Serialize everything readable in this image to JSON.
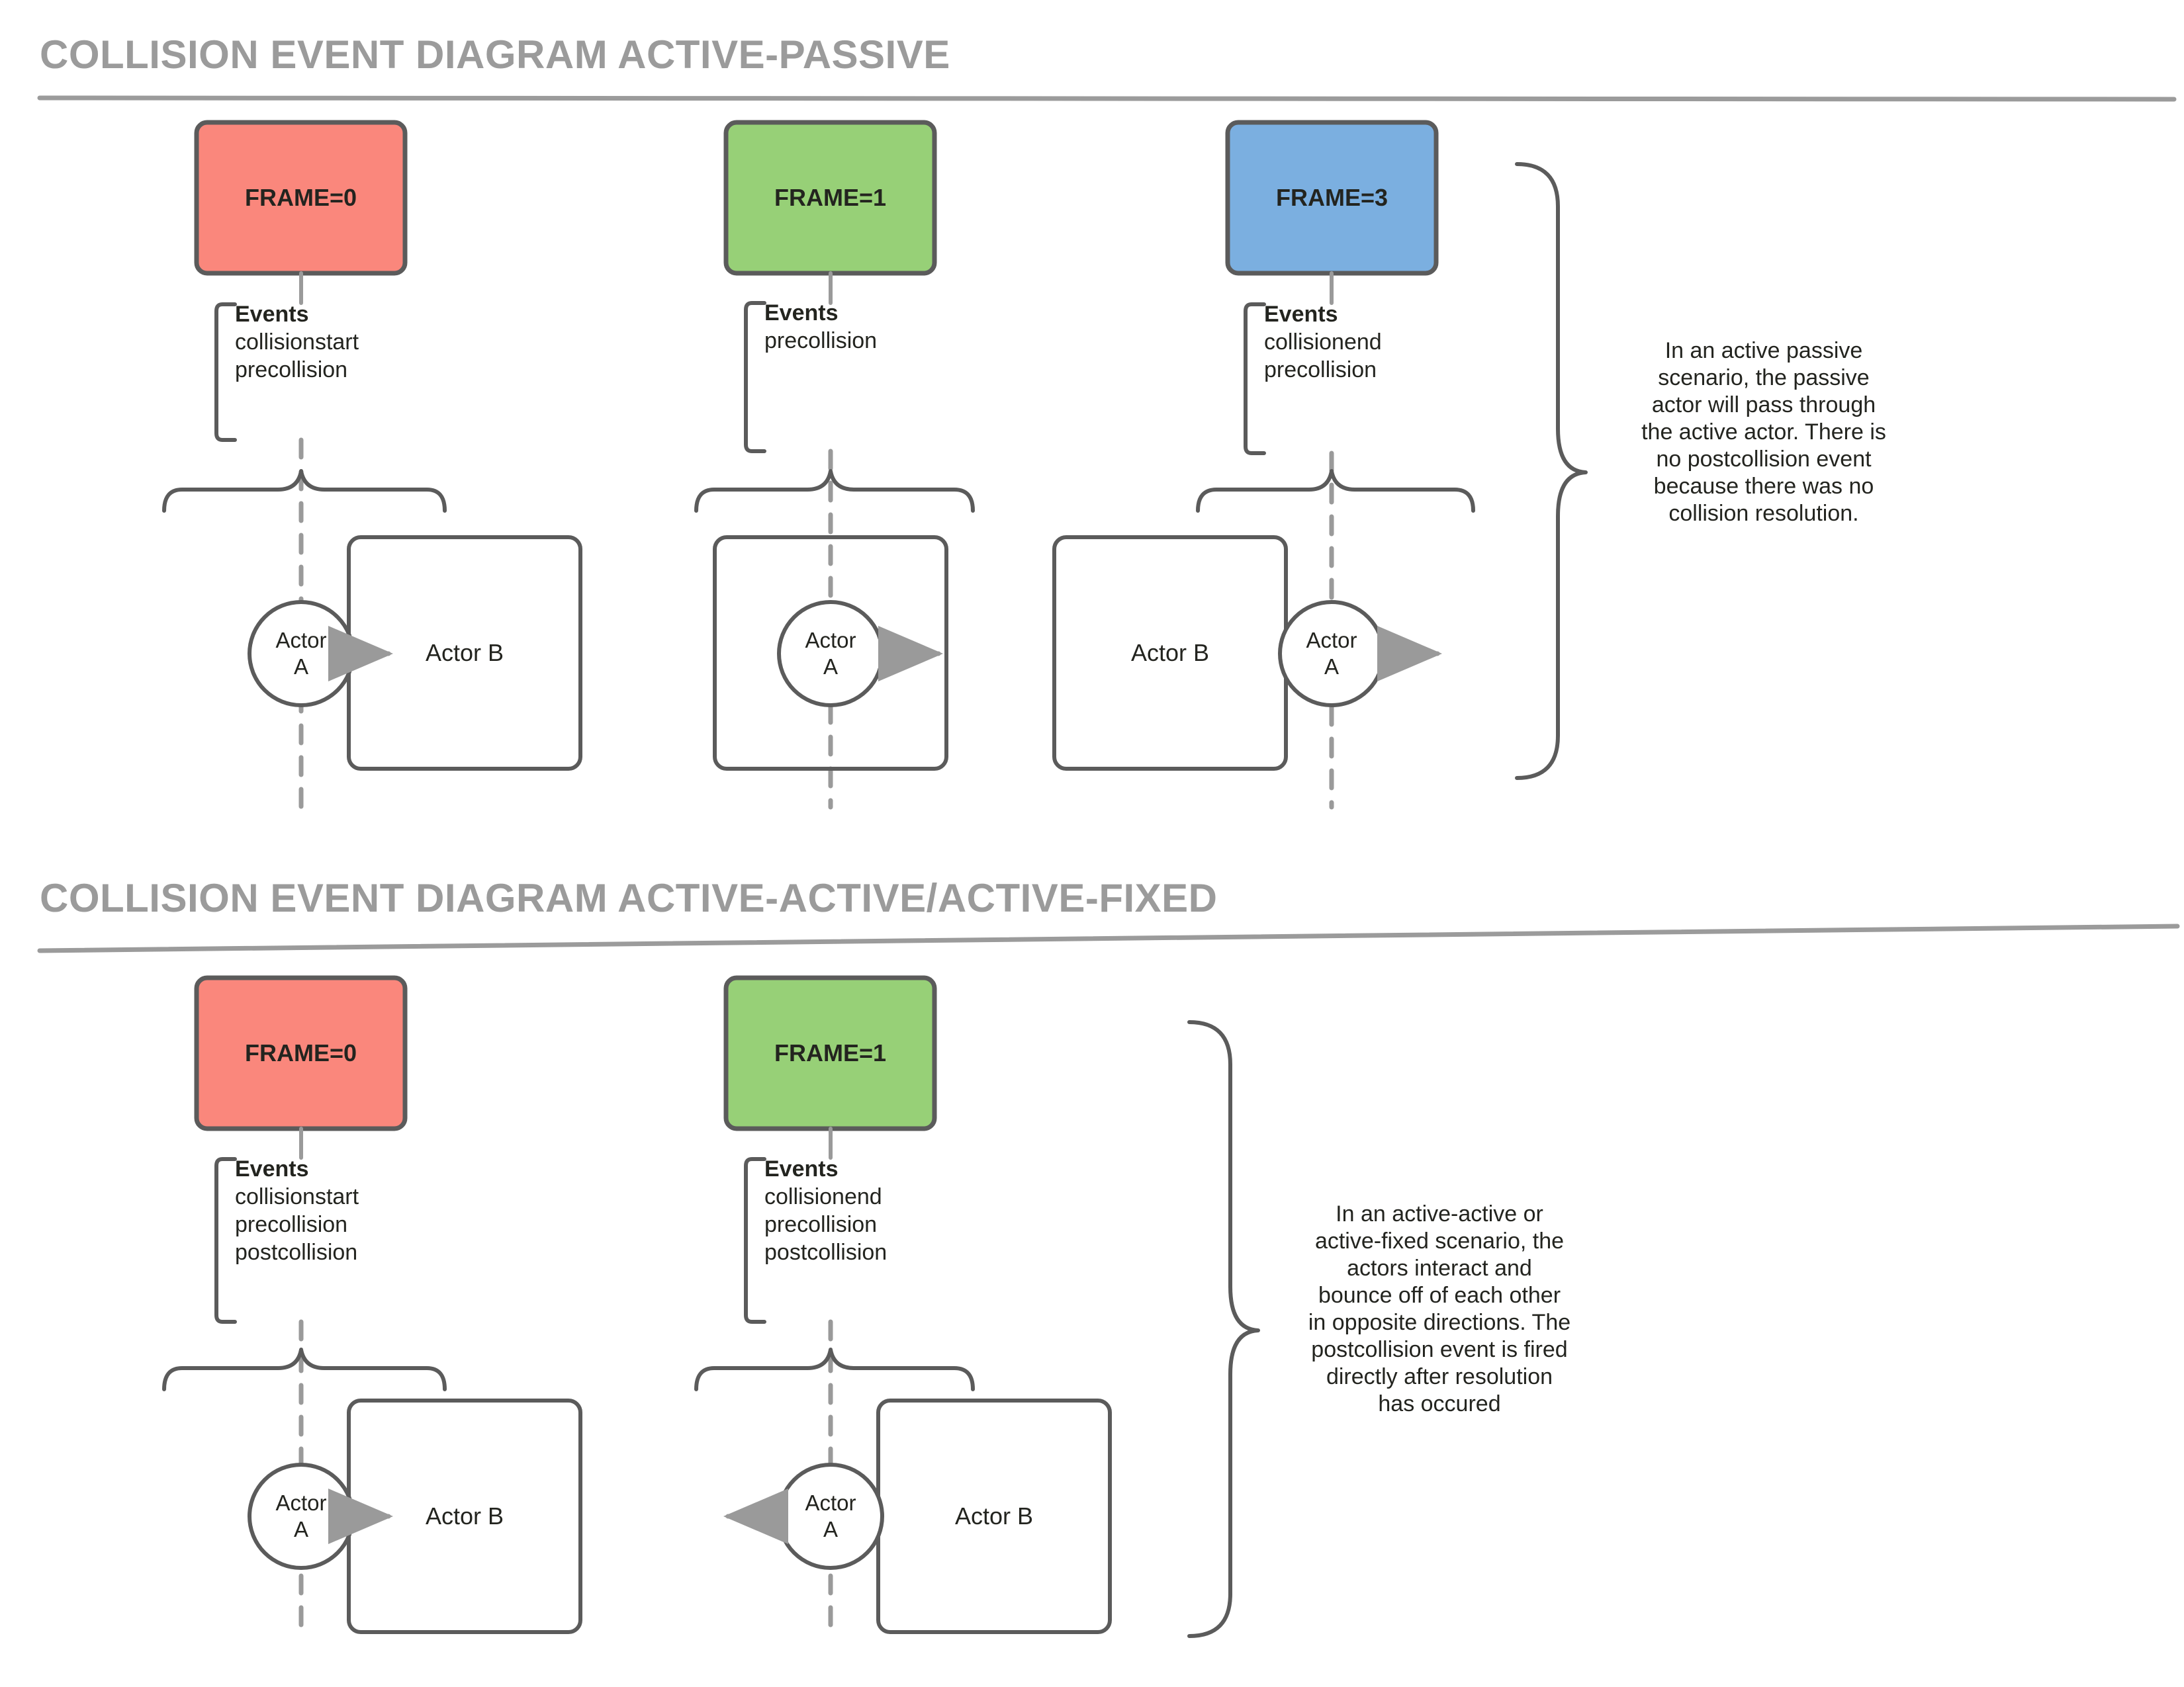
{
  "page": {
    "background": "#ffffff",
    "title_color": "#9b9b9b",
    "stroke_color": "#5b5b5b",
    "text_color": "#23241f",
    "arrow_color": "#9a9a9a"
  },
  "sections": [
    {
      "id": "active-passive",
      "title": "COLLISION EVENT DIAGRAM ACTIVE-PASSIVE",
      "note": "In an active passive scenario, the passive actor will pass through the active actor. There is no postcollision event because there was no collision resolution.",
      "frames": [
        {
          "label": "FRAME=0",
          "color": "#fa877c",
          "events_heading": "Events",
          "events": [
            "collisionstart",
            "precollision"
          ],
          "actor_a": "Actor\nA",
          "actor_a_line1": "Actor",
          "actor_a_line2": "A",
          "actor_b": "Actor B",
          "actor_b_visible": true,
          "arrow_direction": "right",
          "arrangement": "a-left-b-right"
        },
        {
          "label": "FRAME=1",
          "color": "#97d077",
          "events_heading": "Events",
          "events": [
            "precollision"
          ],
          "actor_a": "Actor\nA",
          "actor_a_line1": "Actor",
          "actor_a_line2": "A",
          "actor_b": "",
          "actor_b_visible": false,
          "arrow_direction": "right",
          "arrangement": "a-inside-b"
        },
        {
          "label": "FRAME=3",
          "color": "#7bafe0",
          "events_heading": "Events",
          "events": [
            "collisionend",
            "precollision"
          ],
          "actor_a": "Actor\nA",
          "actor_a_line1": "Actor",
          "actor_a_line2": "A",
          "actor_b": "Actor B",
          "actor_b_visible": true,
          "arrow_direction": "right",
          "arrangement": "b-left-a-right"
        }
      ]
    },
    {
      "id": "active-active-fixed",
      "title": "COLLISION EVENT DIAGRAM ACTIVE-ACTIVE/ACTIVE-FIXED",
      "note": "In an active-active or active-fixed scenario, the actors interact and bounce off of each other in opposite directions. The postcollision event is fired directly after resolution has occured",
      "frames": [
        {
          "label": "FRAME=0",
          "color": "#fa877c",
          "events_heading": "Events",
          "events": [
            "collisionstart",
            "precollision",
            "postcollision"
          ],
          "actor_a": "Actor\nA",
          "actor_a_line1": "Actor",
          "actor_a_line2": "A",
          "actor_b": "Actor B",
          "actor_b_visible": true,
          "arrow_direction": "right",
          "arrangement": "a-left-b-right"
        },
        {
          "label": "FRAME=1",
          "color": "#97d077",
          "events_heading": "Events",
          "events": [
            "collisionend",
            "precollision",
            "postcollision"
          ],
          "actor_a": "Actor\nA",
          "actor_a_line1": "Actor",
          "actor_a_line2": "A",
          "actor_b": "Actor B",
          "actor_b_visible": true,
          "arrow_direction": "left",
          "arrangement": "a-left-b-right"
        }
      ]
    }
  ]
}
